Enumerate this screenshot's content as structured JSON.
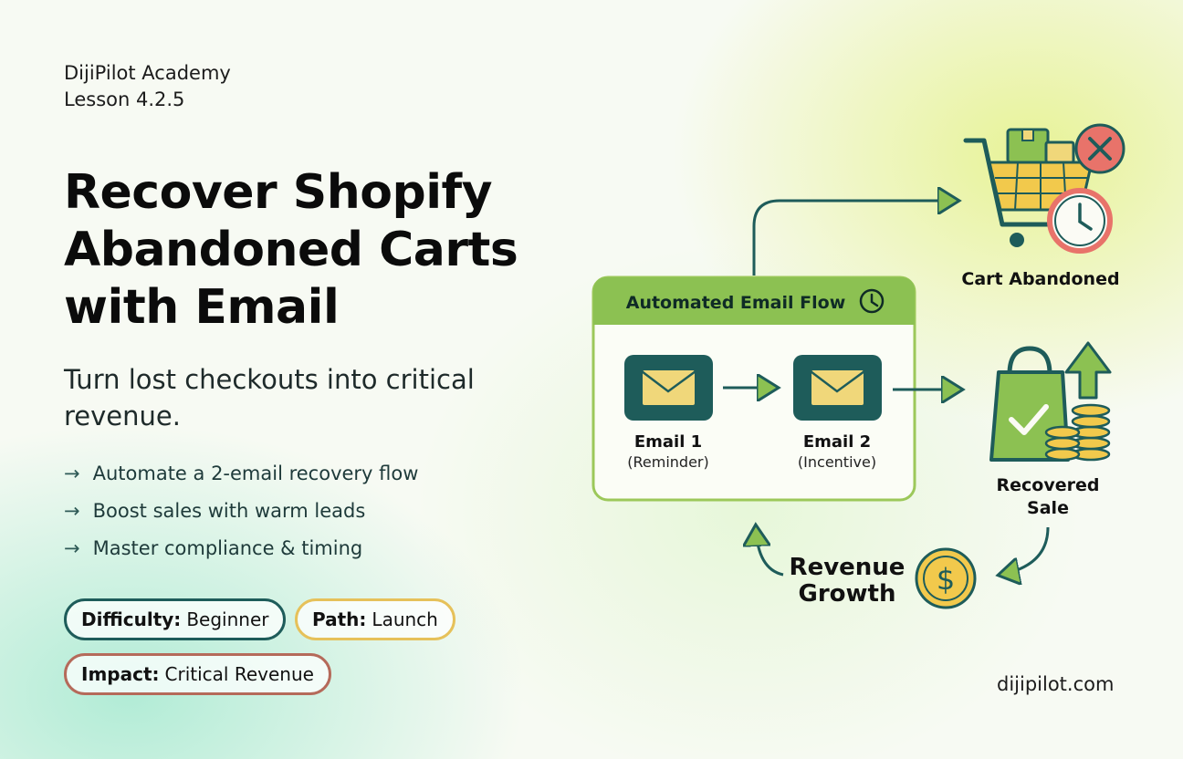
{
  "header": {
    "academy": "DijiPilot Academy",
    "lesson": "Lesson 4.2.5"
  },
  "hero": {
    "title": "Recover Shopify Abandoned Carts with Email",
    "subtitle": "Turn lost checkouts into critical revenue.",
    "bullets": [
      "Automate a 2-email recovery flow",
      "Boost sales with warm leads",
      "Master compliance & timing"
    ],
    "bullet_arrow": "→"
  },
  "tags": {
    "difficulty": {
      "label": "Difficulty:",
      "value": "Beginner"
    },
    "path": {
      "label": "Path:",
      "value": "Launch"
    },
    "impact": {
      "label": "Impact:",
      "value": "Critical Revenue"
    }
  },
  "diagram": {
    "flow_title": "Automated Email Flow",
    "email1": {
      "title": "Email 1",
      "note": "(Reminder)"
    },
    "email2": {
      "title": "Email 2",
      "note": "(Incentive)"
    },
    "cart_label": "Cart Abandoned",
    "recovered_label_line1": "Recovered",
    "recovered_label_line2": "Sale",
    "revenue_label_line1": "Revenue",
    "revenue_label_line2": "Growth",
    "dollar_symbol": "$"
  },
  "footer": {
    "site": "dijipilot.com"
  },
  "colors": {
    "accent_green": "#8cc152",
    "dark_teal": "#1e5c5a",
    "envelope": "#f0d77a",
    "coin": "#f2c94c",
    "cancel_red": "#e8736a"
  }
}
